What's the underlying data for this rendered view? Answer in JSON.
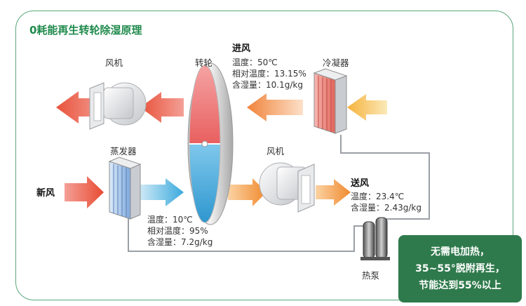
{
  "title": "0耗能再生转轮除湿原理",
  "labels": {
    "fan_top": "风机",
    "wheel": "转轮",
    "condenser": "冷凝器",
    "evaporator": "蒸发器",
    "fan_mid": "风机",
    "fresh_air": "新风",
    "inlet_air": "进风",
    "supply_air": "送风",
    "heat_pump": "热泵"
  },
  "inlet": {
    "temp": "温度：50℃",
    "rh": "相对温度：13.15%",
    "moisture": "含湿量：10.1g/kg"
  },
  "supply": {
    "temp": "温度：23.4℃",
    "moisture": "含湿量：2.43g/kg"
  },
  "fresh": {
    "temp": "温度：10℃",
    "rh": "相对温度：95%",
    "moisture": "含湿量：7.2g/kg"
  },
  "callout": {
    "line1": "无需电加热，",
    "line2": "35~55°脱附再生，",
    "line3": "节能达到55%以上"
  },
  "colors": {
    "brand_green": "#1f8a4c",
    "callout_bg": "#2f7a4c",
    "hot_red": "#e8523a",
    "warm_orange": "#f08a2e",
    "warm_yellow": "#f6b942",
    "cool_blue": "#4fb3e0"
  }
}
